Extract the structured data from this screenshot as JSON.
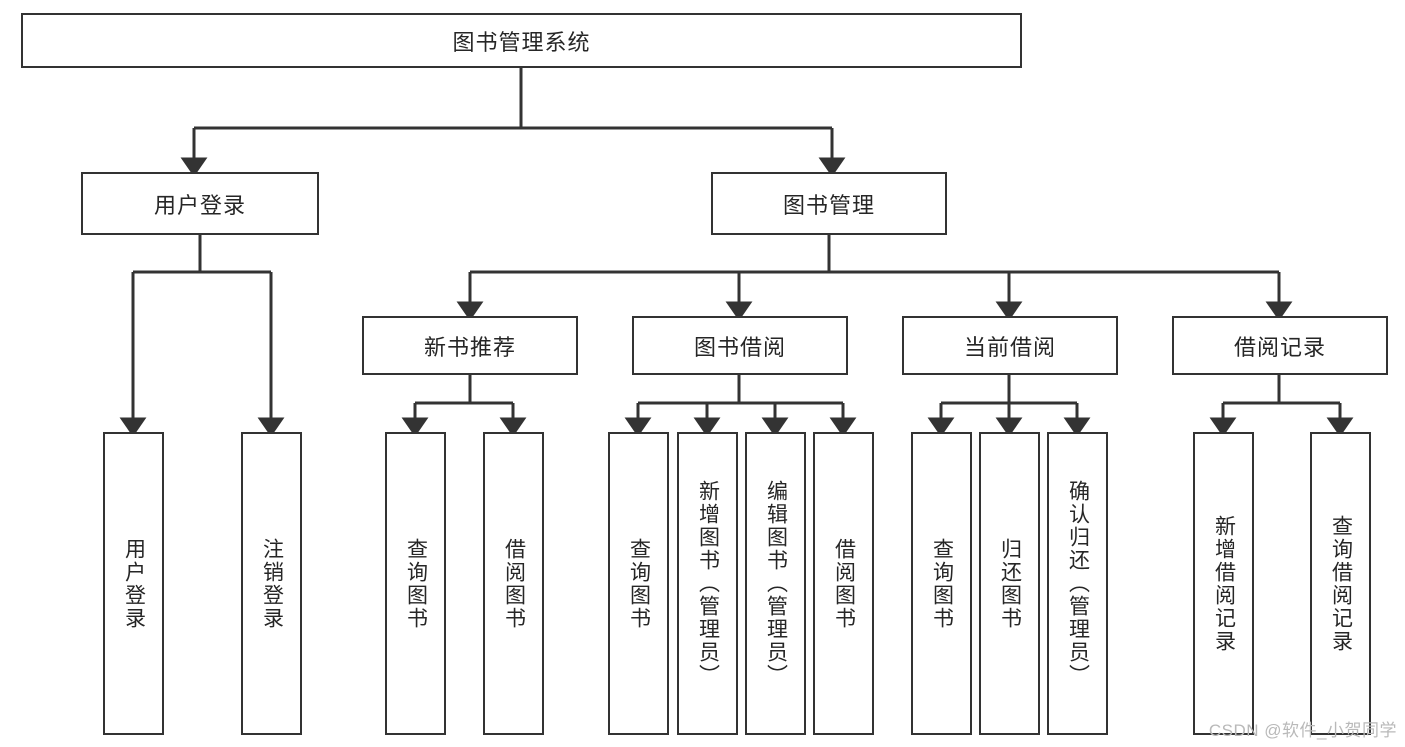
{
  "diagram": {
    "type": "tree",
    "title": "图书管理系统",
    "root": {
      "id": "root",
      "label": "图书管理系统",
      "level": 1
    },
    "level2": [
      {
        "id": "user-login",
        "label": "用户登录"
      },
      {
        "id": "book-manage",
        "label": "图书管理"
      }
    ],
    "level3": [
      {
        "id": "new-book-rec",
        "label": "新书推荐",
        "parent": "book-manage"
      },
      {
        "id": "book-borrow",
        "label": "图书借阅",
        "parent": "book-manage"
      },
      {
        "id": "current-borrow",
        "label": "当前借阅",
        "parent": "book-manage"
      },
      {
        "id": "borrow-record",
        "label": "借阅记录",
        "parent": "book-manage"
      }
    ],
    "leaves": [
      {
        "id": "leaf-user-login",
        "label": "用户登录",
        "parent": "user-login"
      },
      {
        "id": "leaf-logout",
        "label": "注销登录",
        "parent": "user-login"
      },
      {
        "id": "leaf-query-book-1",
        "label": "查询图书",
        "parent": "new-book-rec"
      },
      {
        "id": "leaf-borrow-book-1",
        "label": "借阅图书",
        "parent": "new-book-rec"
      },
      {
        "id": "leaf-query-book-2",
        "label": "查询图书",
        "parent": "book-borrow"
      },
      {
        "id": "leaf-add-book",
        "label": "新增图书（管理员）",
        "parent": "book-borrow"
      },
      {
        "id": "leaf-edit-book",
        "label": "编辑图书（管理员）",
        "parent": "book-borrow"
      },
      {
        "id": "leaf-borrow-book-2",
        "label": "借阅图书",
        "parent": "book-borrow"
      },
      {
        "id": "leaf-query-book-3",
        "label": "查询图书",
        "parent": "current-borrow"
      },
      {
        "id": "leaf-return-book",
        "label": "归还图书",
        "parent": "current-borrow"
      },
      {
        "id": "leaf-confirm-return",
        "label": "确认归还（管理员）",
        "parent": "current-borrow"
      },
      {
        "id": "leaf-add-record",
        "label": "新增借阅记录",
        "parent": "borrow-record"
      },
      {
        "id": "leaf-query-record",
        "label": "查询借阅记录",
        "parent": "borrow-record"
      }
    ],
    "colors": {
      "stroke": "#333333",
      "fill": "#ffffff",
      "text": "#262626",
      "watermark": "#b9b9b9"
    }
  },
  "watermark": {
    "text": "CSDN @软件_小贺同学"
  }
}
